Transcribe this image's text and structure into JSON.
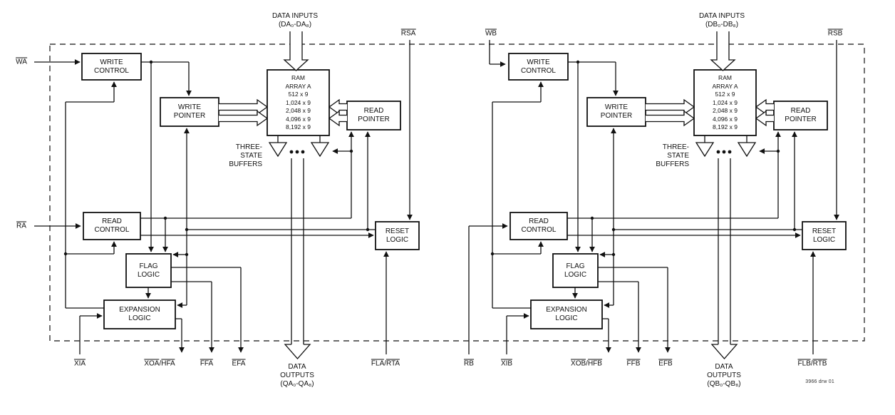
{
  "drawing_number": "3966 drw 01",
  "background": "#ffffff",
  "line_color": "#111111",
  "halves": [
    {
      "id": "A",
      "boxes": {
        "write_control": [
          "WRITE",
          "CONTROL"
        ],
        "write_pointer": [
          "WRITE",
          "POINTER"
        ],
        "read_pointer": [
          "READ",
          "POINTER"
        ],
        "read_control": [
          "READ",
          "CONTROL"
        ],
        "flag_logic": [
          "FLAG",
          "LOGIC"
        ],
        "expansion_logic": [
          "EXPANSION",
          "LOGIC"
        ],
        "reset_logic": [
          "RESET",
          "LOGIC"
        ],
        "ram": [
          "RAM",
          "ARRAY A",
          "512 x 9",
          "1,024 x 9",
          "2,048 x 9",
          "4,096 x 9",
          "8,192 x 9"
        ]
      },
      "labels": {
        "data_inputs_1": "DATA INPUTS",
        "data_inputs_2": "(DA₀-DA₈)",
        "write_strobe": "WA",
        "read_strobe": "RA",
        "reset": "RSA",
        "three_state_1": "THREE-",
        "three_state_2": "STATE",
        "three_state_3": "BUFFERS",
        "expansion_in": "XIA",
        "expansion_out_p1": "XOA",
        "expansion_out_sep": "/",
        "expansion_out_p2": "HFA",
        "full_flag": "FFA",
        "empty_flag": "EFA",
        "first_load_p1": "FLA",
        "first_load_sep": "/",
        "first_load_p2": "RTA",
        "data_outputs_1": "DATA",
        "data_outputs_2": "OUTPUTS",
        "data_outputs_3": "(QA₀-QA₈)"
      }
    },
    {
      "id": "B",
      "boxes": {
        "write_control": [
          "WRITE",
          "CONTROL"
        ],
        "write_pointer": [
          "WRITE",
          "POINTER"
        ],
        "read_pointer": [
          "READ",
          "POINTER"
        ],
        "read_control": [
          "READ",
          "CONTROL"
        ],
        "flag_logic": [
          "FLAG",
          "LOGIC"
        ],
        "expansion_logic": [
          "EXPANSION",
          "LOGIC"
        ],
        "reset_logic": [
          "RESET",
          "LOGIC"
        ],
        "ram": [
          "RAM",
          "ARRAY A",
          "512 x 9",
          "1,024 x 9",
          "2,048 x 9",
          "4,096 x 9",
          "8,192 x 9"
        ]
      },
      "labels": {
        "data_inputs_1": "DATA INPUTS",
        "data_inputs_2": "(DB₀-DB₈)",
        "write_strobe": "WB",
        "read_strobe": "RB",
        "reset": "RSB",
        "three_state_1": "THREE-",
        "three_state_2": "STATE",
        "three_state_3": "BUFFERS",
        "expansion_in": "XIB",
        "expansion_out_p1": "XOB",
        "expansion_out_sep": "/",
        "expansion_out_p2": "HFB",
        "full_flag": "FFB",
        "empty_flag": "EFB",
        "first_load_p1": "FLB",
        "first_load_sep": "/",
        "first_load_p2": "RTB",
        "data_outputs_1": "DATA",
        "data_outputs_2": "OUTPUTS",
        "data_outputs_3": "(QB₀-QB₈)"
      }
    }
  ]
}
